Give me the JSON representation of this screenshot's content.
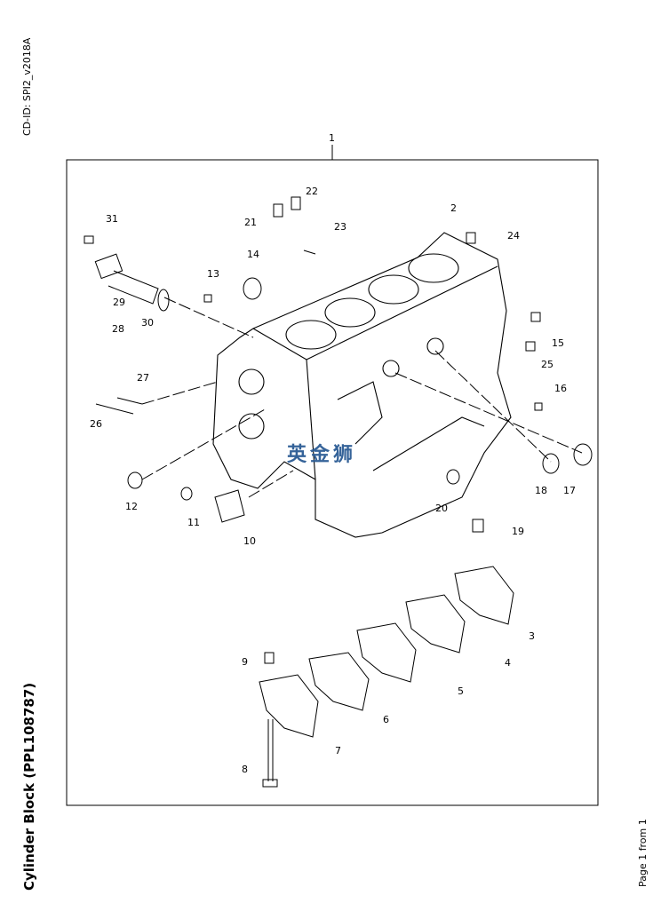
{
  "document": {
    "cd_id": "CD-ID: SPI2_v2018A",
    "title": "Cylinder Block (PPL108787)",
    "page": "Page 1 from 1",
    "watermark": "英金狮"
  },
  "callouts": [
    "1",
    "2",
    "3",
    "4",
    "5",
    "6",
    "7",
    "8",
    "9",
    "10",
    "11",
    "12",
    "13",
    "14",
    "15",
    "16",
    "17",
    "18",
    "19",
    "20",
    "21",
    "22",
    "23",
    "24",
    "25",
    "26",
    "27",
    "28",
    "29",
    "30",
    "31"
  ]
}
